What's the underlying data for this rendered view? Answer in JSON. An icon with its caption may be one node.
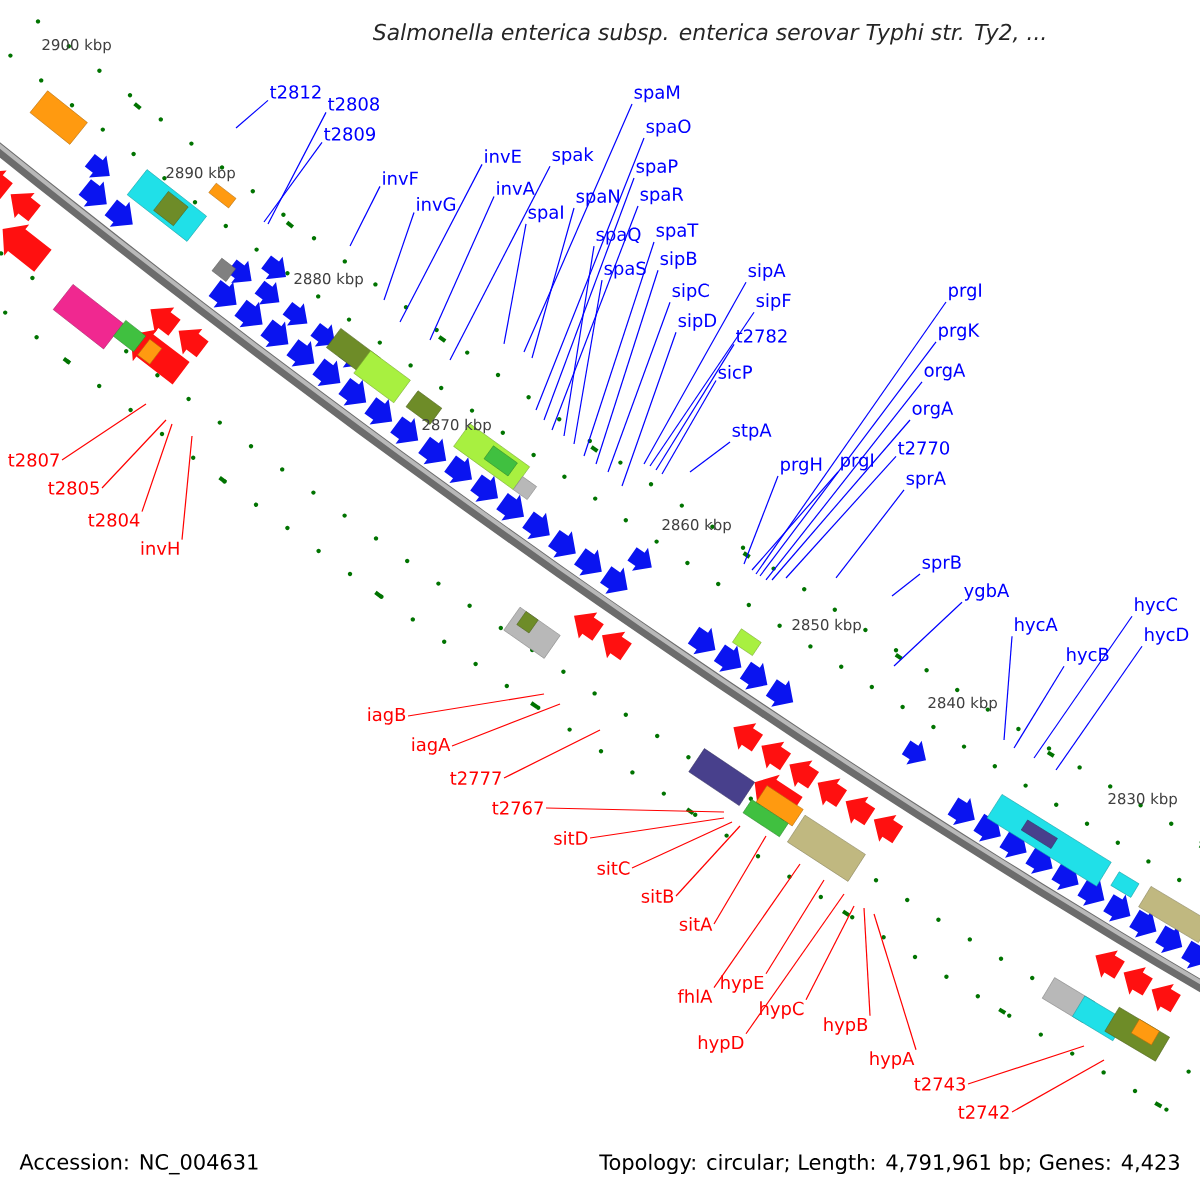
{
  "diagram": {
    "title": "Salmonella enterica subsp. enterica serovar Typhi str. Ty2, ...",
    "nodes": [
      {
        "text": [
          "t2812"
        ]
      },
      {
        "text": [
          "t2808"
        ]
      },
      {
        "text": [
          "t2809"
        ]
      },
      {
        "text": [
          "invF"
        ]
      },
      {
        "text": [
          "invG"
        ]
      },
      {
        "text": [
          "invE"
        ]
      },
      {
        "text": [
          "invA"
        ]
      },
      {
        "text": [
          "spak"
        ]
      },
      {
        "text": [
          "spaI"
        ]
      },
      {
        "text": [
          "spaM"
        ]
      },
      {
        "text": [
          "spaN"
        ]
      },
      {
        "text": [
          "spaO"
        ]
      },
      {
        "text": [
          "spaP"
        ]
      },
      {
        "text": [
          "spaR"
        ]
      },
      {
        "text": [
          "spaQ"
        ]
      },
      {
        "text": [
          "spaS"
        ]
      },
      {
        "text": [
          "spaT"
        ]
      },
      {
        "text": [
          "sipB"
        ]
      },
      {
        "text": [
          "sipC"
        ]
      },
      {
        "text": [
          "sipD"
        ]
      },
      {
        "text": [
          "sipA"
        ]
      },
      {
        "text": [
          "sipF"
        ]
      },
      {
        "text": [
          "t2782"
        ]
      },
      {
        "text": [
          "sicP"
        ]
      },
      {
        "text": [
          "stpA"
        ]
      },
      {
        "text": [
          "prgH"
        ]
      },
      {
        "text": [
          "prgI"
        ]
      },
      {
        "text": [
          "prgI"
        ]
      },
      {
        "text": [
          "prgK"
        ]
      },
      {
        "text": [
          "orgA"
        ]
      },
      {
        "text": [
          "orgA"
        ]
      },
      {
        "text": [
          "t2770"
        ]
      },
      {
        "text": [
          "sprA"
        ]
      },
      {
        "text": [
          "sprB"
        ]
      },
      {
        "text": [
          "ygbA"
        ]
      },
      {
        "text": [
          "hycA"
        ]
      },
      {
        "text": [
          "hycB"
        ]
      },
      {
        "text": [
          "hycC"
        ]
      },
      {
        "text": [
          "hycD"
        ]
      },
      {
        "text": [
          "t2807"
        ]
      },
      {
        "text": [
          "t2805"
        ]
      },
      {
        "text": [
          "t2804"
        ]
      },
      {
        "text": [
          "invH"
        ]
      },
      {
        "text": [
          "iagB"
        ]
      },
      {
        "text": [
          "iagA"
        ]
      },
      {
        "text": [
          "t2777"
        ]
      },
      {
        "text": [
          "t2767"
        ]
      },
      {
        "text": [
          "sitD"
        ]
      },
      {
        "text": [
          "sitC"
        ]
      },
      {
        "text": [
          "sitB"
        ]
      },
      {
        "text": [
          "sitA"
        ]
      },
      {
        "text": [
          "fhlA"
        ]
      },
      {
        "text": [
          "hypE"
        ]
      },
      {
        "text": [
          "hypD"
        ]
      },
      {
        "text": [
          "hypC"
        ]
      },
      {
        "text": [
          "hypB"
        ]
      },
      {
        "text": [
          "hypA"
        ]
      },
      {
        "text": [
          "t2743"
        ]
      },
      {
        "text": [
          "t2742"
        ]
      }
    ],
    "edges": [
      {
        "from": 0,
        "to": null,
        "arrow": "none"
      },
      {
        "from": 1,
        "to": null,
        "arrow": "none"
      },
      {
        "from": 2,
        "to": null,
        "arrow": "none"
      },
      {
        "from": 3,
        "to": null,
        "arrow": "none"
      },
      {
        "from": 4,
        "to": null,
        "arrow": "none"
      },
      {
        "from": 5,
        "to": null,
        "arrow": "none"
      },
      {
        "from": 6,
        "to": null,
        "arrow": "none"
      },
      {
        "from": 7,
        "to": null,
        "arrow": "none"
      },
      {
        "from": 8,
        "to": null,
        "arrow": "none"
      },
      {
        "from": 9,
        "to": null,
        "arrow": "none"
      },
      {
        "from": 10,
        "to": null,
        "arrow": "none"
      },
      {
        "from": 11,
        "to": null,
        "arrow": "none"
      },
      {
        "from": 12,
        "to": null,
        "arrow": "none"
      },
      {
        "from": 13,
        "to": null,
        "arrow": "none"
      },
      {
        "from": 14,
        "to": null,
        "arrow": "none"
      },
      {
        "from": 15,
        "to": null,
        "arrow": "none"
      },
      {
        "from": 16,
        "to": null,
        "arrow": "none"
      },
      {
        "from": 17,
        "to": null,
        "arrow": "none"
      },
      {
        "from": 18,
        "to": null,
        "arrow": "none"
      },
      {
        "from": 19,
        "to": null,
        "arrow": "none"
      },
      {
        "from": 20,
        "to": null,
        "arrow": "none"
      },
      {
        "from": 21,
        "to": null,
        "arrow": "none"
      },
      {
        "from": 22,
        "to": null,
        "arrow": "none"
      },
      {
        "from": 23,
        "to": null,
        "arrow": "none"
      },
      {
        "from": 24,
        "to": null,
        "arrow": "none"
      },
      {
        "from": 25,
        "to": null,
        "arrow": "none"
      },
      {
        "from": 26,
        "to": null,
        "arrow": "none"
      },
      {
        "from": 27,
        "to": null,
        "arrow": "none"
      },
      {
        "from": 28,
        "to": null,
        "arrow": "none"
      },
      {
        "from": 29,
        "to": null,
        "arrow": "none"
      },
      {
        "from": 30,
        "to": null,
        "arrow": "none"
      },
      {
        "from": 31,
        "to": null,
        "arrow": "none"
      },
      {
        "from": 32,
        "to": null,
        "arrow": "none"
      },
      {
        "from": 33,
        "to": null,
        "arrow": "none"
      },
      {
        "from": 34,
        "to": null,
        "arrow": "none"
      },
      {
        "from": 35,
        "to": null,
        "arrow": "none"
      },
      {
        "from": 36,
        "to": null,
        "arrow": "none"
      },
      {
        "from": 37,
        "to": null,
        "arrow": "none"
      },
      {
        "from": 38,
        "to": null,
        "arrow": "none"
      },
      {
        "from": 39,
        "to": null,
        "arrow": "none",
        "color": "#ff0000"
      },
      {
        "from": 40,
        "to": null,
        "arrow": "none",
        "color": "#ff0000"
      },
      {
        "from": 41,
        "to": null,
        "arrow": "none",
        "color": "#ff0000"
      },
      {
        "from": 42,
        "to": null,
        "arrow": "none",
        "color": "#ff0000"
      },
      {
        "from": 43,
        "to": null,
        "arrow": "none",
        "color": "#ff0000"
      },
      {
        "from": 44,
        "to": null,
        "arrow": "none",
        "color": "#ff0000"
      },
      {
        "from": 45,
        "to": null,
        "arrow": "none",
        "color": "#ff0000"
      },
      {
        "from": 46,
        "to": null,
        "arrow": "none",
        "color": "#ff0000"
      },
      {
        "from": 47,
        "to": null,
        "arrow": "none",
        "color": "#ff0000"
      },
      {
        "from": 48,
        "to": null,
        "arrow": "none",
        "color": "#ff0000"
      },
      {
        "from": 49,
        "to": null,
        "arrow": "none",
        "color": "#ff0000"
      },
      {
        "from": 50,
        "to": null,
        "arrow": "none",
        "color": "#ff0000"
      },
      {
        "from": 51,
        "to": null,
        "arrow": "none",
        "color": "#ff0000"
      },
      {
        "from": 52,
        "to": null,
        "arrow": "none",
        "color": "#ff0000"
      },
      {
        "from": 53,
        "to": null,
        "arrow": "none",
        "color": "#ff0000"
      },
      {
        "from": 54,
        "to": null,
        "arrow": "none",
        "color": "#ff0000"
      },
      {
        "from": 55,
        "to": null,
        "arrow": "none",
        "color": "#ff0000"
      },
      {
        "from": 56,
        "to": null,
        "arrow": "none",
        "color": "#ff0000"
      },
      {
        "from": 57,
        "to": null,
        "arrow": "none",
        "color": "#ff0000"
      },
      {
        "from": 58,
        "to": null,
        "arrow": "none",
        "color": "#ff0000"
      }
    ],
    "labels": [
      "2900 kbp",
      "2890 kbp",
      "2880 kbp",
      "2870 kbp",
      "2860 kbp",
      "2850 kbp",
      "2840 kbp",
      "2830 kbp",
      "Accession: NC_004631",
      "Topology: circular; Length: 4,791,961 bp; Genes: 4,423"
    ]
  }
}
